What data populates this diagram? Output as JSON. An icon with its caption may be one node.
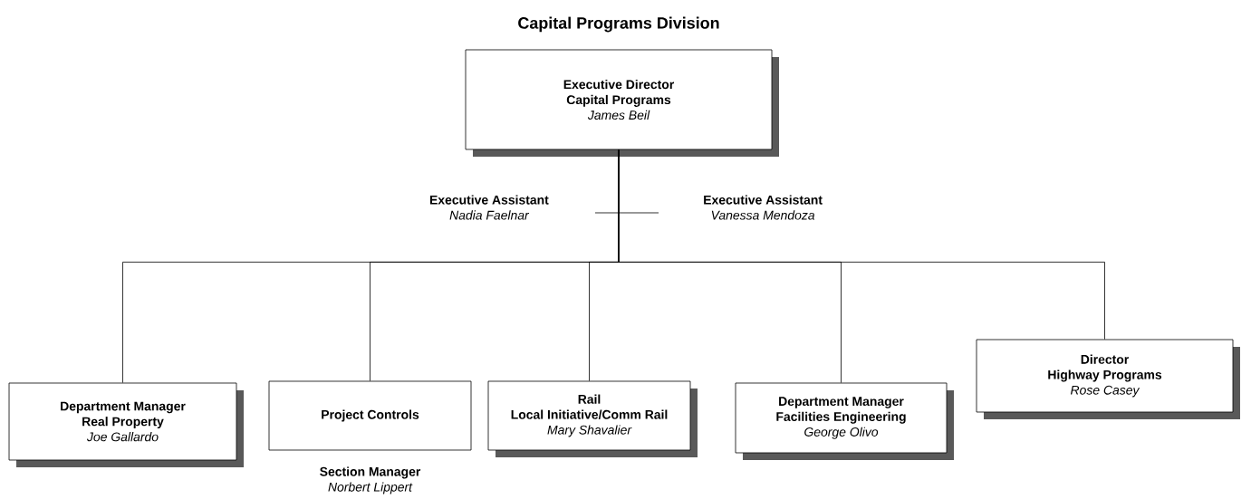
{
  "diagram": {
    "title": "Capital Programs Division",
    "nodes": [
      {
        "text": [
          "Executive Director",
          "Capital Programs",
          "James Beil"
        ]
      },
      {
        "text": [
          "Executive Assistant",
          "Nadia Faelnar"
        ]
      },
      {
        "text": [
          "Executive Assistant",
          "Vanessa Mendoza"
        ]
      },
      {
        "text": [
          "Department Manager",
          "Real Property",
          "Joe Gallardo"
        ]
      },
      {
        "text": [
          "Project Controls"
        ],
        "beside": [
          "Section Manager",
          "Norbert Lippert"
        ]
      },
      {
        "text": [
          "Rail",
          "Local Initiative/Comm Rail",
          "Mary Shavalier"
        ]
      },
      {
        "text": [
          "Department Manager",
          "Facilities Engineering",
          "George Olivo"
        ]
      },
      {
        "text": [
          "Director",
          "Highway Programs",
          "Rose Casey"
        ]
      }
    ],
    "edges": [
      {
        "from": 0,
        "to": 1,
        "arrow": "none"
      },
      {
        "from": 0,
        "to": 2,
        "arrow": "none"
      },
      {
        "from": 0,
        "to": 3,
        "arrow": "none"
      },
      {
        "from": 0,
        "to": 4,
        "arrow": "none"
      },
      {
        "from": 0,
        "to": 5,
        "arrow": "none"
      },
      {
        "from": 0,
        "to": 6,
        "arrow": "none"
      },
      {
        "from": 0,
        "to": 7,
        "arrow": "none"
      }
    ]
  }
}
